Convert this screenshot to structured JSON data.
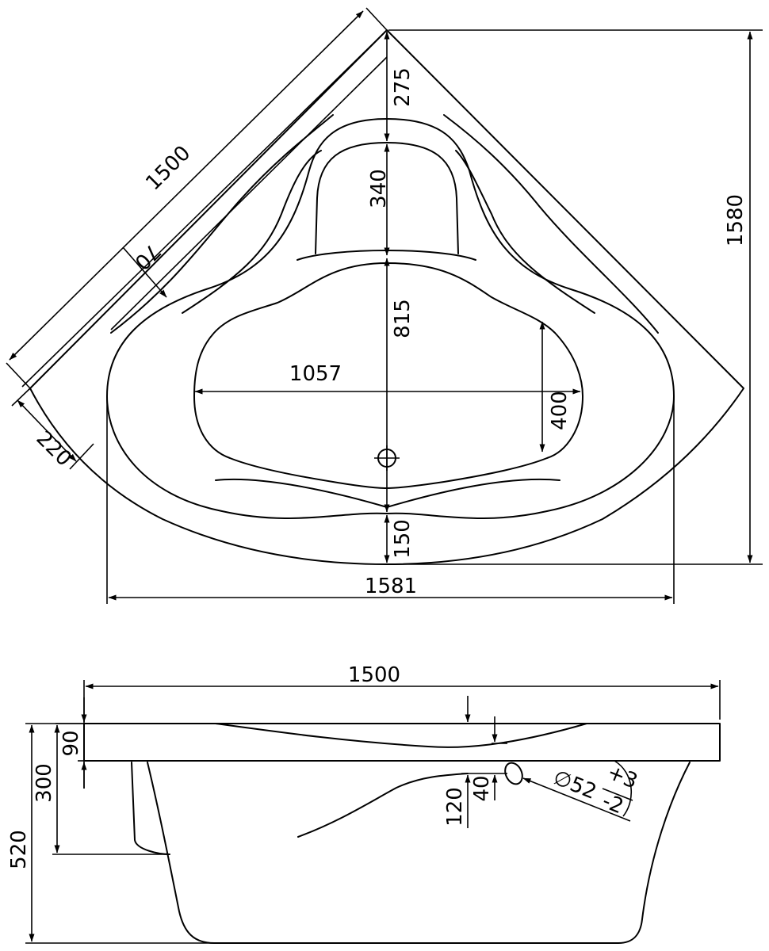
{
  "top_view": {
    "edge_length": "1500",
    "rim_offset": "70",
    "corner_depth": "220",
    "headrest_offset": "275",
    "headrest_depth": "340",
    "basin_depth": "815",
    "basin_width": "1057",
    "basin_end_width": "400",
    "front_rim": "150",
    "overall_depth": "1580",
    "overall_width": "1581"
  },
  "side_view": {
    "overall_length": "1500",
    "rim_height": "90",
    "apron_height": "300",
    "overall_height": "520",
    "overflow_depth": "120",
    "overflow_center": "40",
    "overflow_diameter": "∅52",
    "tolerance_upper": "+3",
    "tolerance_lower": "-2"
  }
}
